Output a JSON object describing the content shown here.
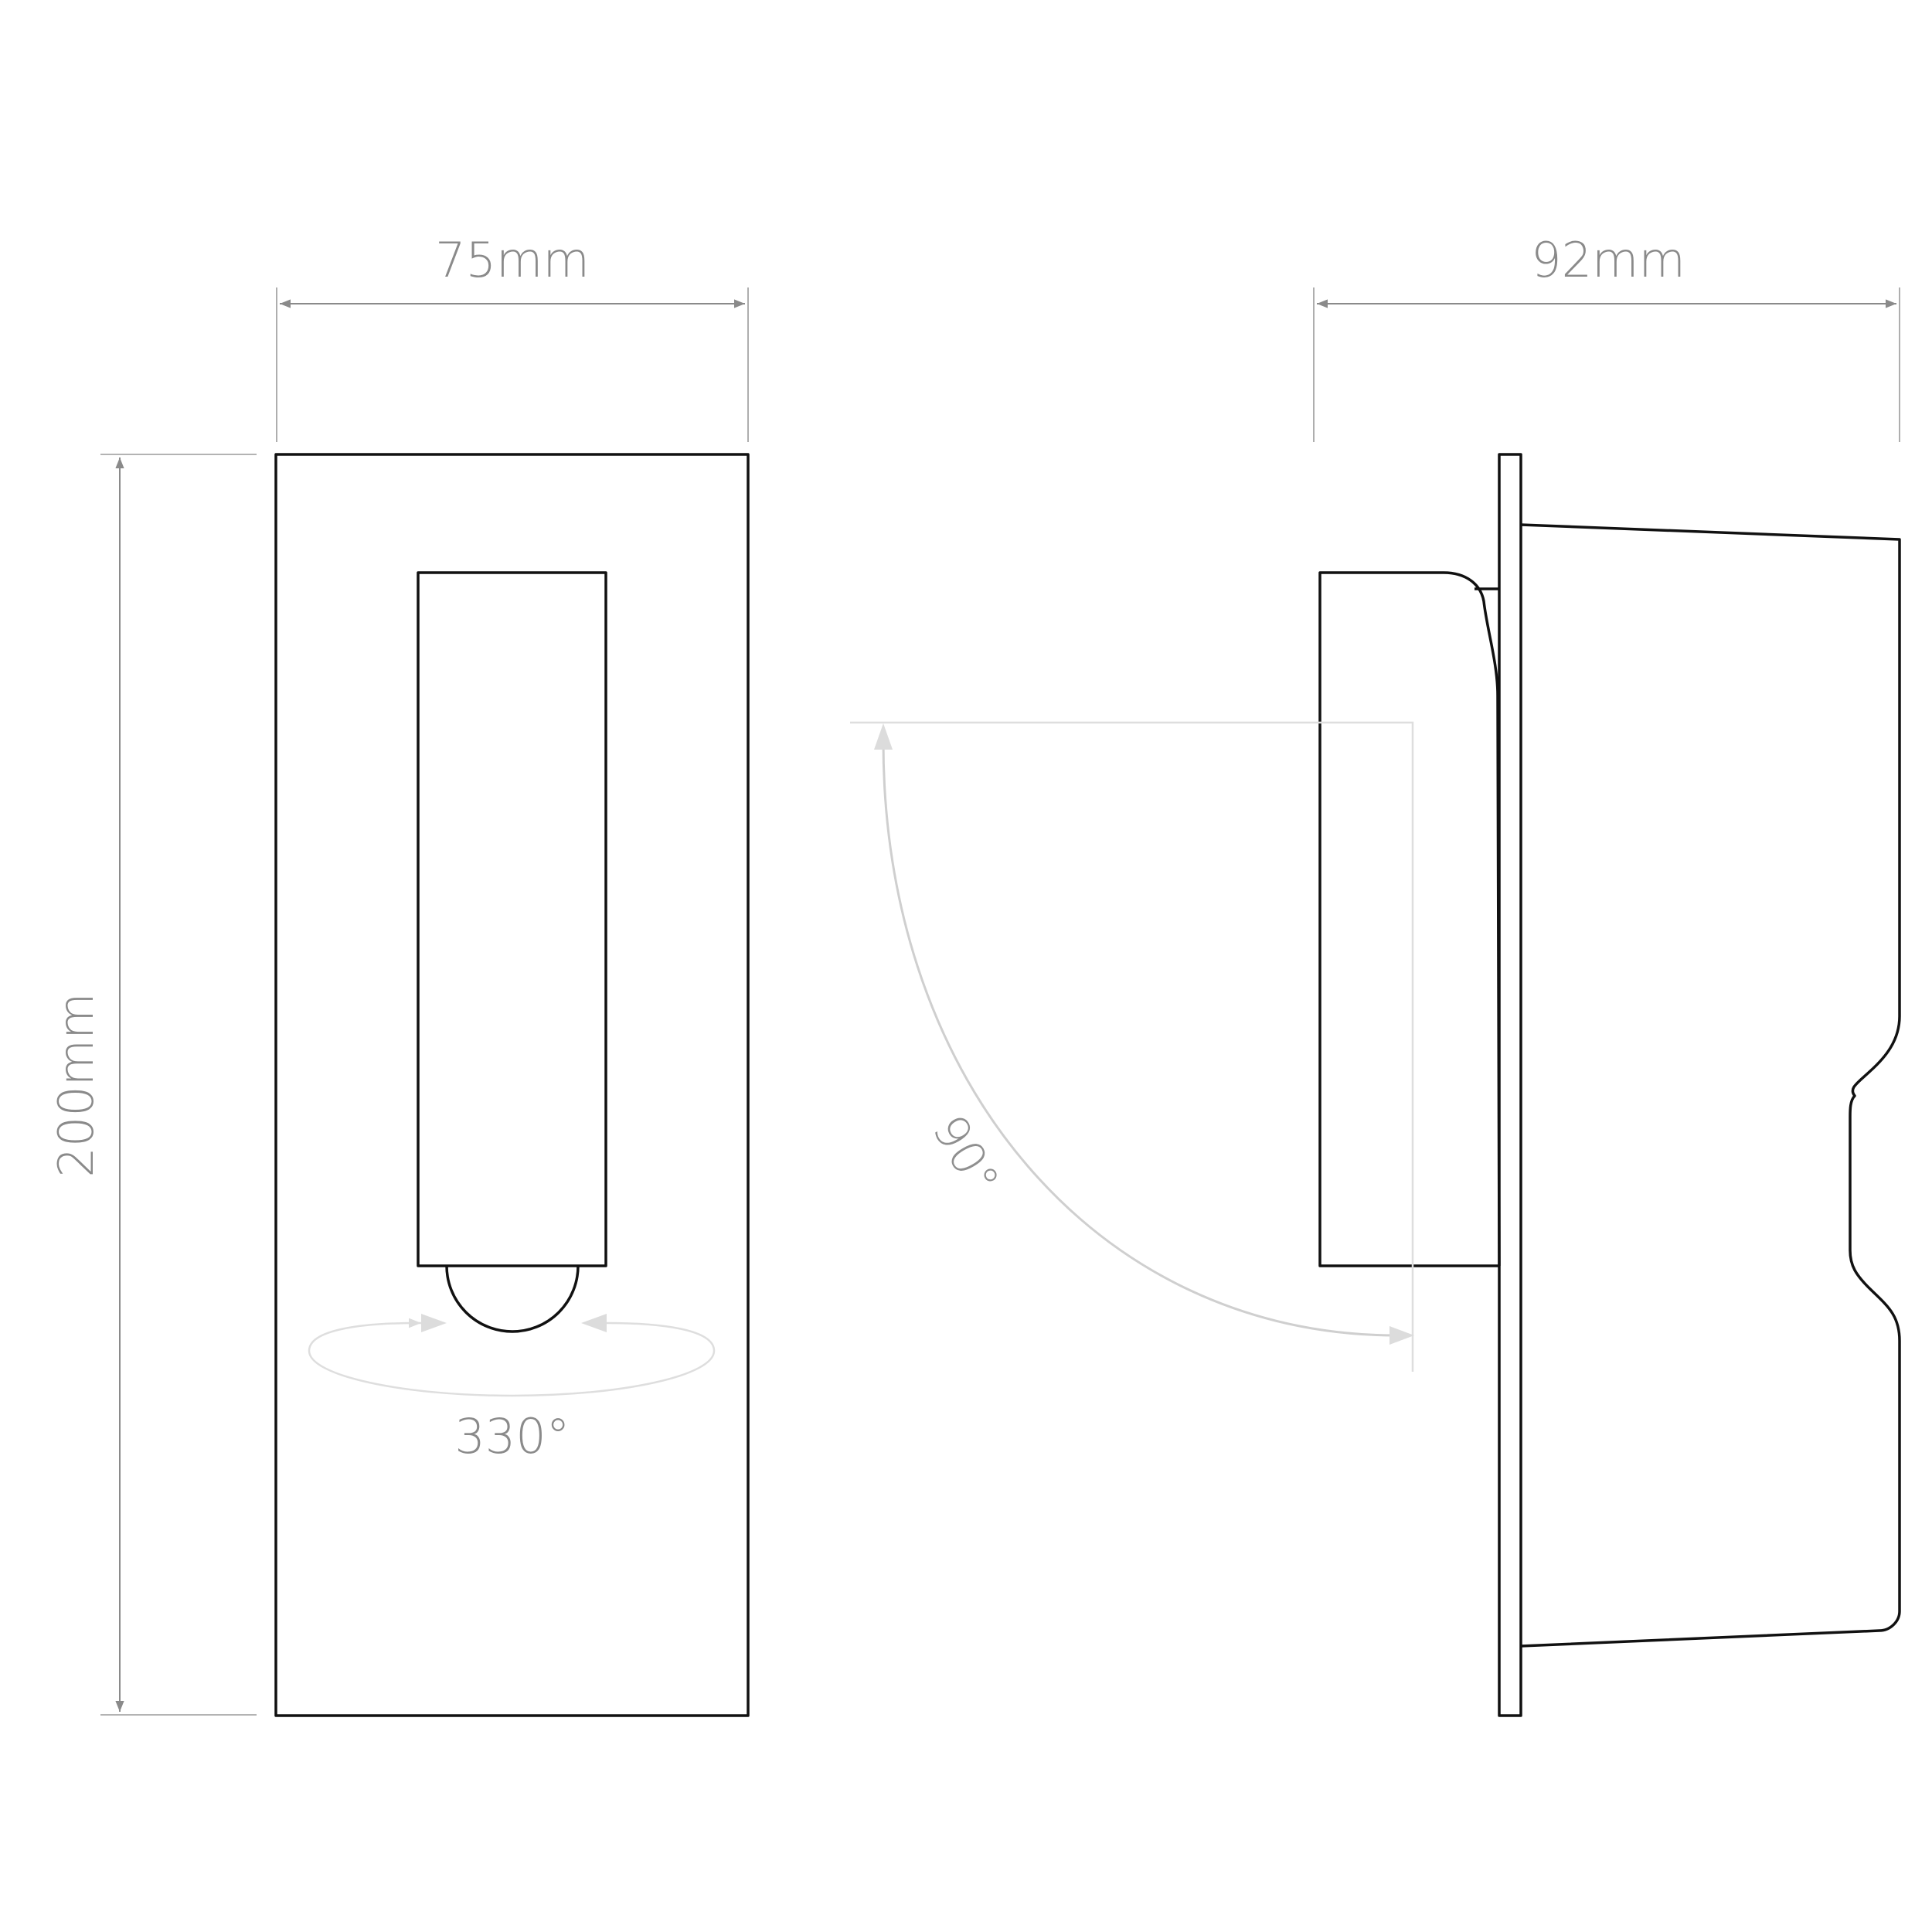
{
  "dimensions": {
    "front_width": "75mm",
    "front_height": "200mm",
    "side_depth": "92mm"
  },
  "angles": {
    "horizontal_rotation": "330°",
    "vertical_tilt": "90°"
  },
  "colors": {
    "outline": "#111111",
    "dimension": "#8a8a8a",
    "rotation_guide": "#cfcfcf"
  }
}
